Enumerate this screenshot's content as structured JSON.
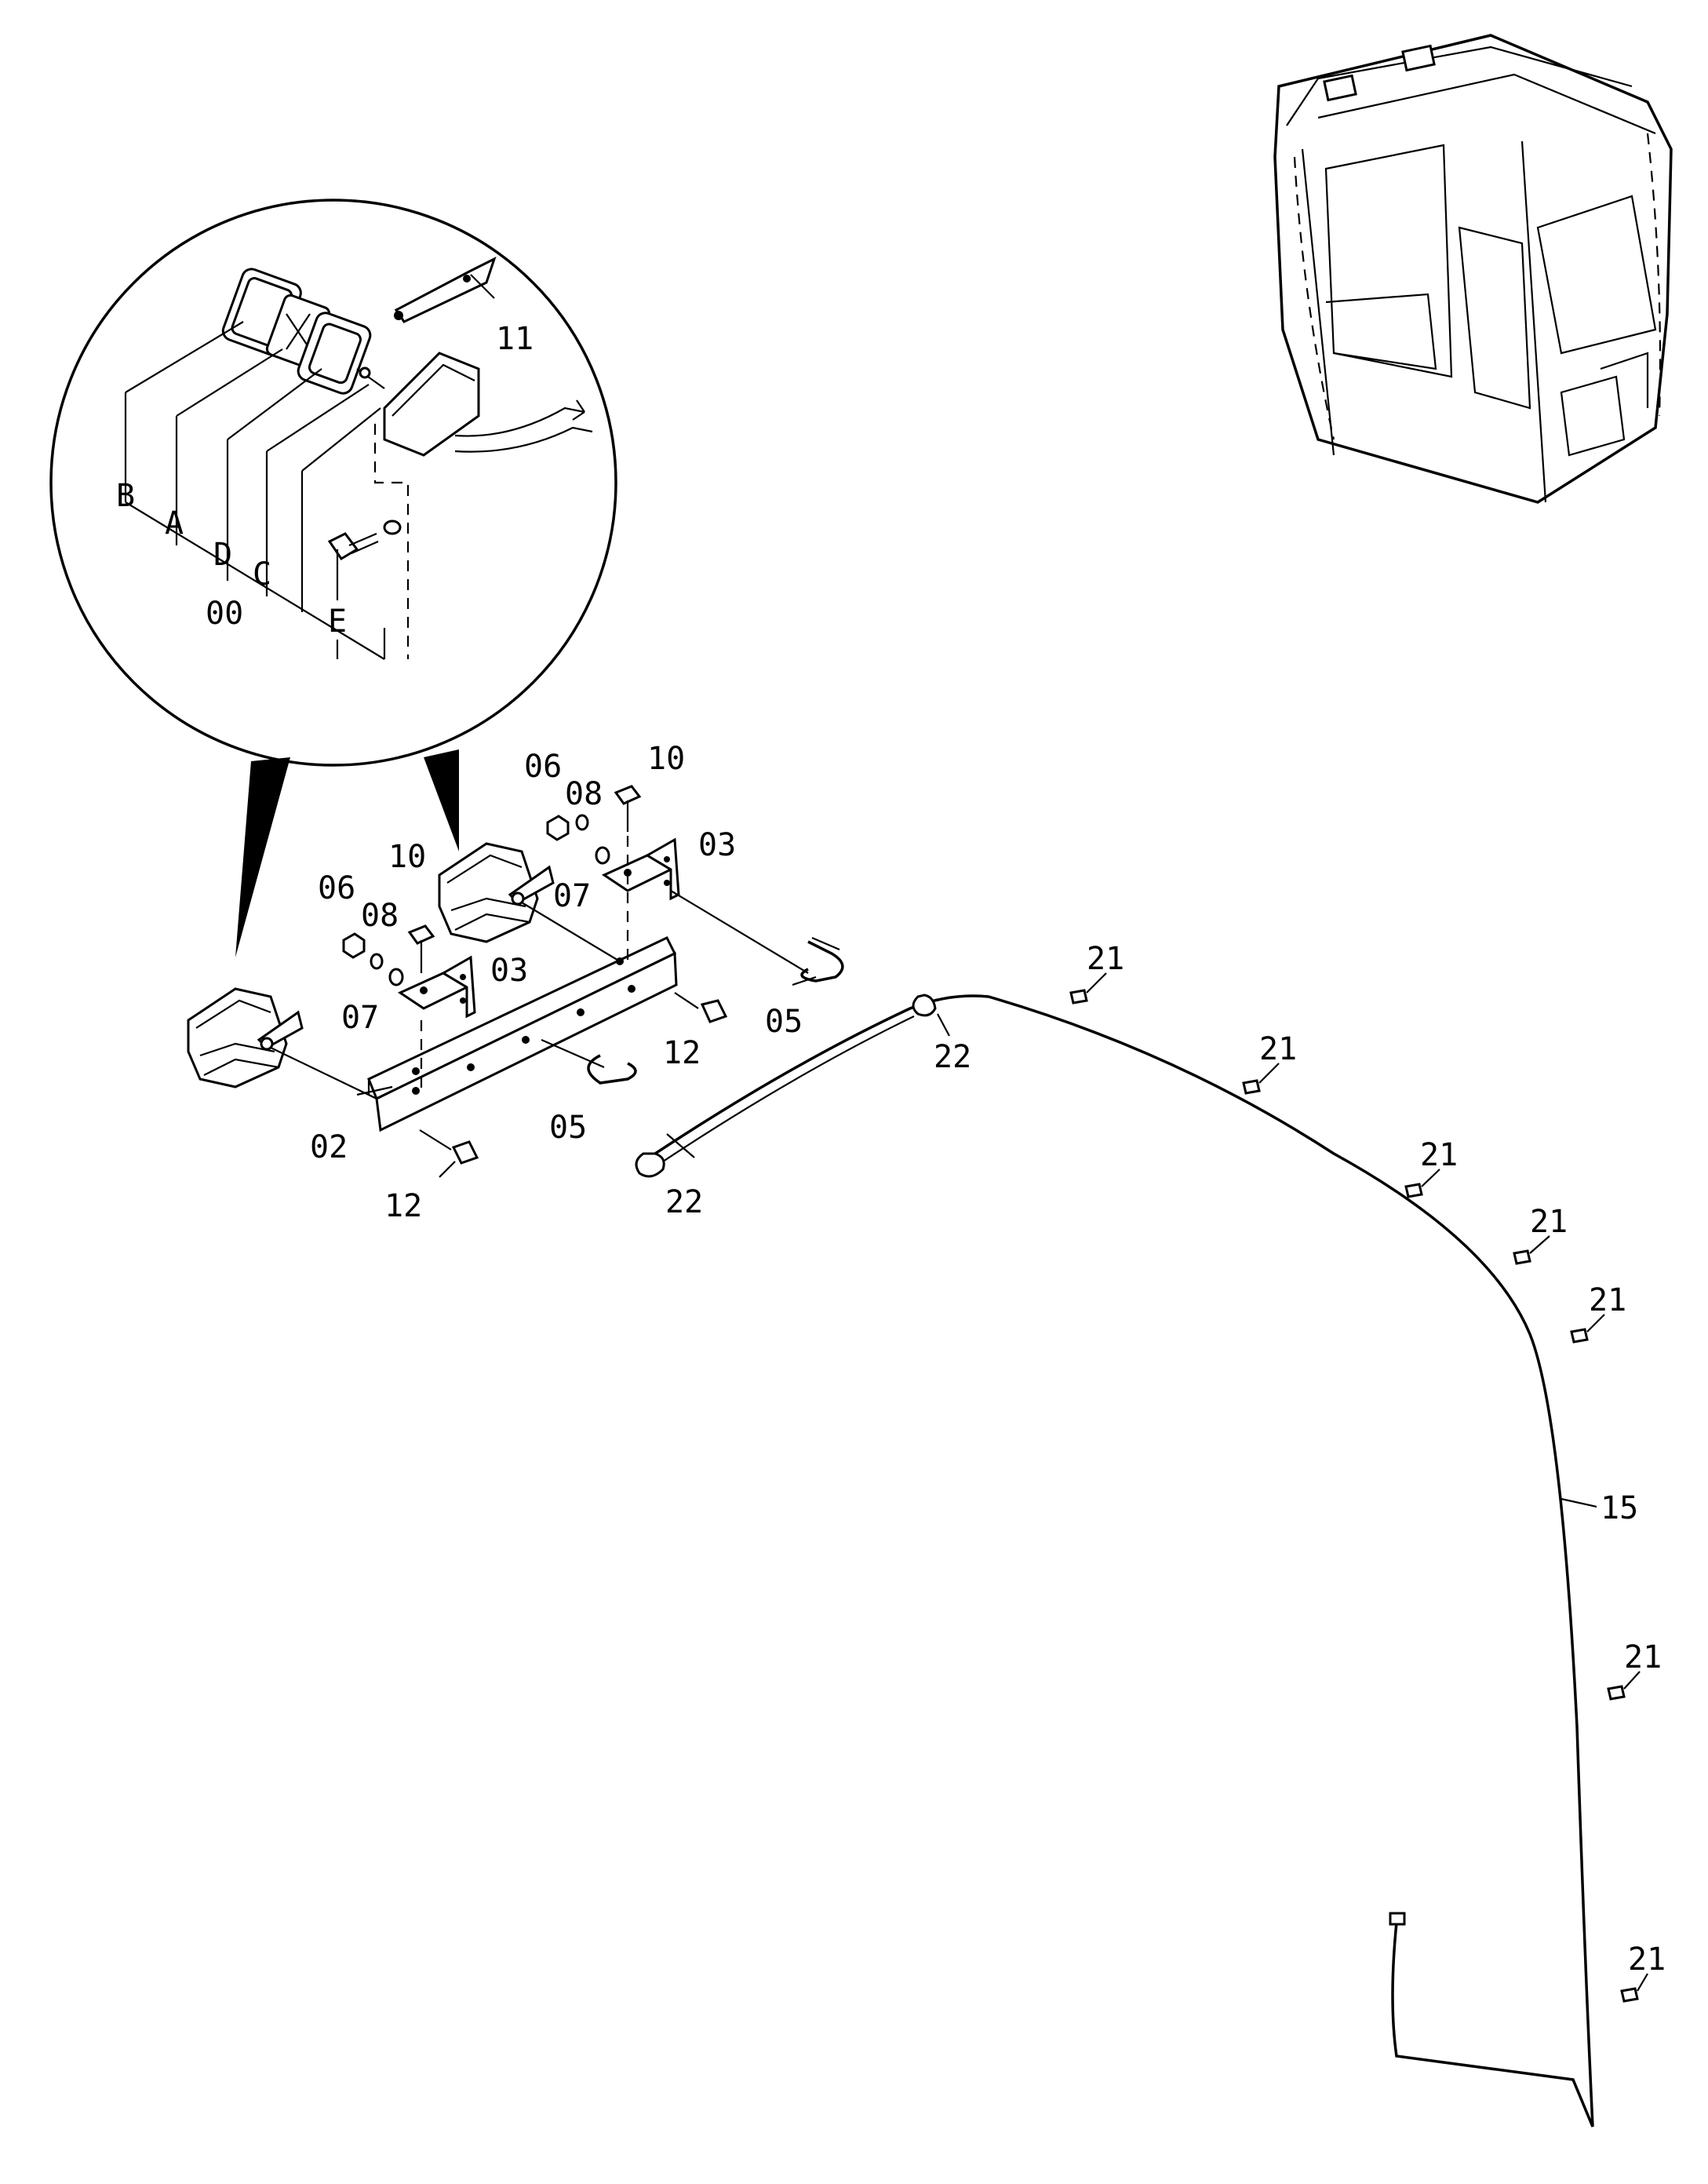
{
  "labels": {
    "inset_b": "B",
    "inset_a": "A",
    "inset_d": "D",
    "inset_c": "C",
    "inset_00": "00",
    "inset_e": "E",
    "inset_11": "11",
    "p06_top": "06",
    "p08_top": "08",
    "p10_top": "10",
    "p03_top": "03",
    "p07_top": "07",
    "p05_top": "05",
    "p06_left": "06",
    "p08_left": "08",
    "p10_left": "10",
    "p03_left": "03",
    "p07_left": "07",
    "p12_right": "12",
    "p12_bottom": "12",
    "p02": "02",
    "p05_bottom": "05",
    "p22_top": "22",
    "p22_bottom": "22",
    "p15": "15",
    "p21_1": "21",
    "p21_2": "21",
    "p21_3": "21",
    "p21_4": "21",
    "p21_5": "21",
    "p21_6": "21",
    "p21_7": "21"
  },
  "icons": {
    "cab": "excavator-cab-icon",
    "lamp": "work-lamp-icon",
    "clip": "cable-clip-icon"
  }
}
